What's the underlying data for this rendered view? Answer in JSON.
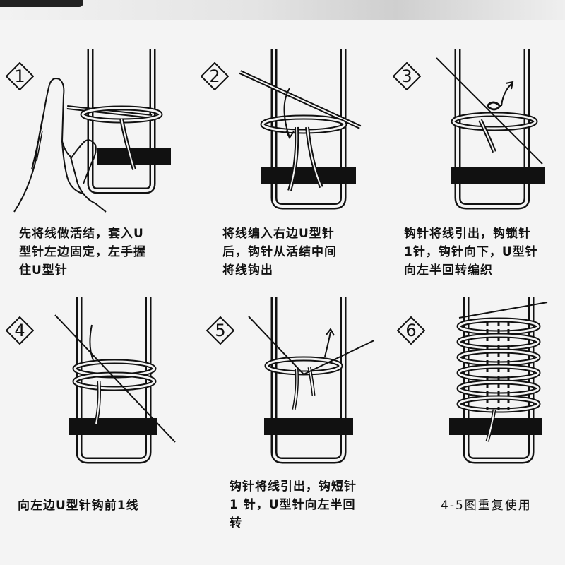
{
  "steps": [
    {
      "number": "1",
      "lines": [
        "先将线做活结，套入U",
        "型针左边固定，左手握",
        "住U型针"
      ]
    },
    {
      "number": "2",
      "lines": [
        "将线编入右边U型针",
        "后，钩针从活结中间",
        "将线钩出"
      ]
    },
    {
      "number": "3",
      "lines": [
        "钩针将线引出，钩锁针",
        "1针，钩针向下，U型针",
        "向左半回转编织"
      ]
    },
    {
      "number": "4",
      "lines": [
        "向左边U型针钩前1线"
      ]
    },
    {
      "number": "5",
      "lines": [
        "钩针将线引出，钩短针",
        "1 针，U型针向左半回",
        "转"
      ]
    },
    {
      "number": "6",
      "lines": [
        "4-5图重复使用"
      ]
    }
  ],
  "icons": [
    "hand-icon",
    "u-loom-icon",
    "crochet-hook-icon",
    "yarn-icon"
  ]
}
